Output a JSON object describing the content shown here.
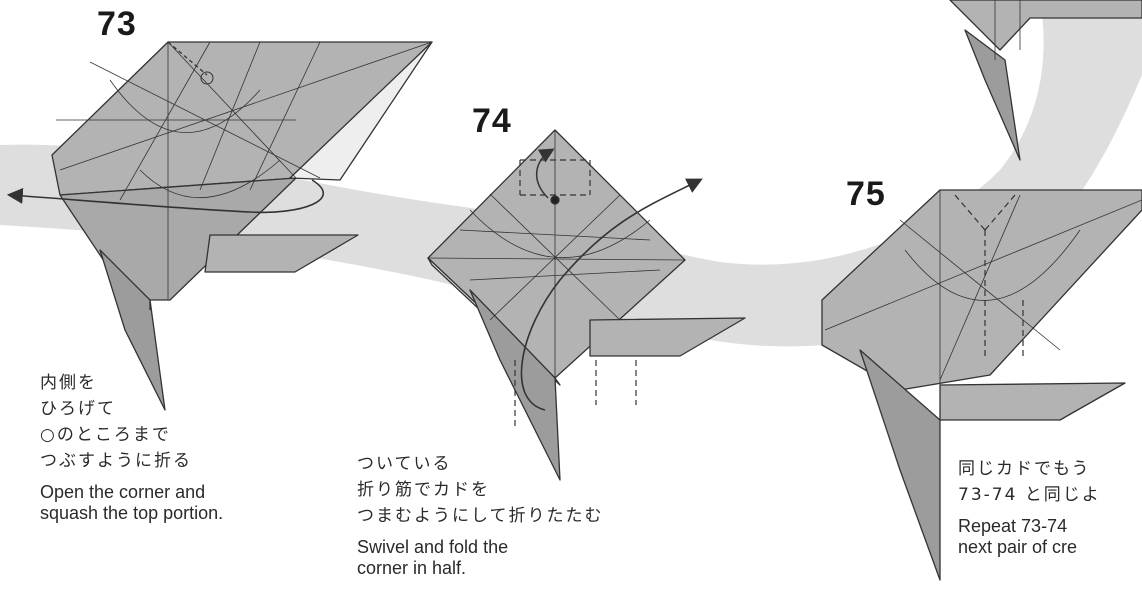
{
  "steps": [
    {
      "number": "73",
      "jp_lines": [
        "内側を",
        "ひろげて",
        "○のところまで",
        "つぶすように折る"
      ],
      "en_lines": [
        "Open the corner and",
        "squash the top portion."
      ]
    },
    {
      "number": "74",
      "jp_lines": [
        "ついている",
        "折り筋でカドを",
        "つまむようにして折りたたむ"
      ],
      "en_lines": [
        "Swivel and fold the",
        "corner in half."
      ]
    },
    {
      "number": "75",
      "jp_lines": [
        "同じカドでもう",
        "73-74 と同じよ"
      ],
      "en_lines": [
        "Repeat 73-74",
        "next pair of cre"
      ]
    }
  ],
  "colors": {
    "paper": "#b3b3b3",
    "paper_dark": "#9c9c9c",
    "band": "#dedede",
    "line": "#333333",
    "text": "#2a2a2a"
  }
}
